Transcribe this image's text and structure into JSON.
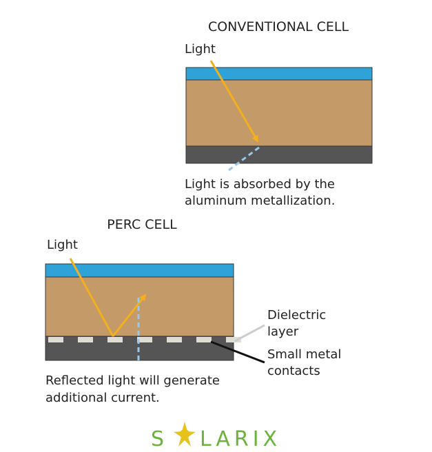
{
  "conventional": {
    "title": "CONVENTIONAL CELL",
    "light_label": "Light",
    "caption_line1": "Light is absorbed by the",
    "caption_line2": "aluminum metallization."
  },
  "perc": {
    "title": "PERC CELL",
    "light_label": "Light",
    "dielectric_line1": "Dielectric",
    "dielectric_line2": "layer",
    "contacts_line1": "Small metal",
    "contacts_line2": "contacts",
    "caption_line1": "Reflected light will generate",
    "caption_line2": "additional current."
  },
  "logo": {
    "text_left": "S",
    "text_right": "LARIX"
  },
  "colors": {
    "glass": "#2fa3d8",
    "silicon": "#c49a68",
    "metal": "#555555",
    "dielectric": "#e0ddd5",
    "light_ray": "#f2b01e",
    "absorbed_ray": "#9cc8e8",
    "logo_green": "#6bb33c",
    "logo_sun": "#e5c21c"
  }
}
